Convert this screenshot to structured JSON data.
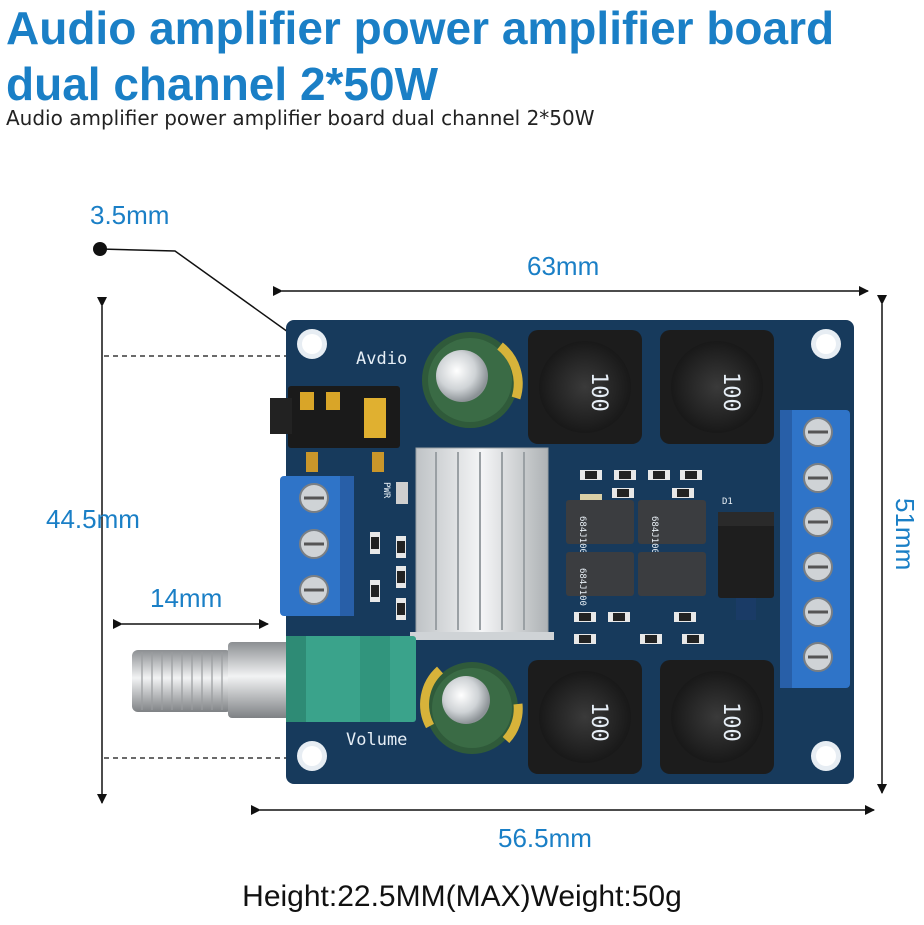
{
  "title_line1": "Audio amplifier power amplifier board",
  "title_line2": "dual channel 2*50W",
  "subtitle": "Audio amplifier power amplifier board dual channel 2*50W",
  "dimensions": {
    "hole": "3.5mm",
    "top_width": "63mm",
    "left_height": "44.5mm",
    "right_height": "51mm",
    "knob_length": "14mm",
    "bottom_width": "56.5mm"
  },
  "board_labels": {
    "audio": "Avdio",
    "volume": "Volume",
    "pwr": "PWR",
    "d1": "D1",
    "inductor_code": "100",
    "resistor_code": "684J100"
  },
  "footer": "Height:22.5MM(MAX)Weight:50g",
  "colors": {
    "accent": "#1a7fc6",
    "board": "#173a5c",
    "terminal": "#2f74c8"
  }
}
